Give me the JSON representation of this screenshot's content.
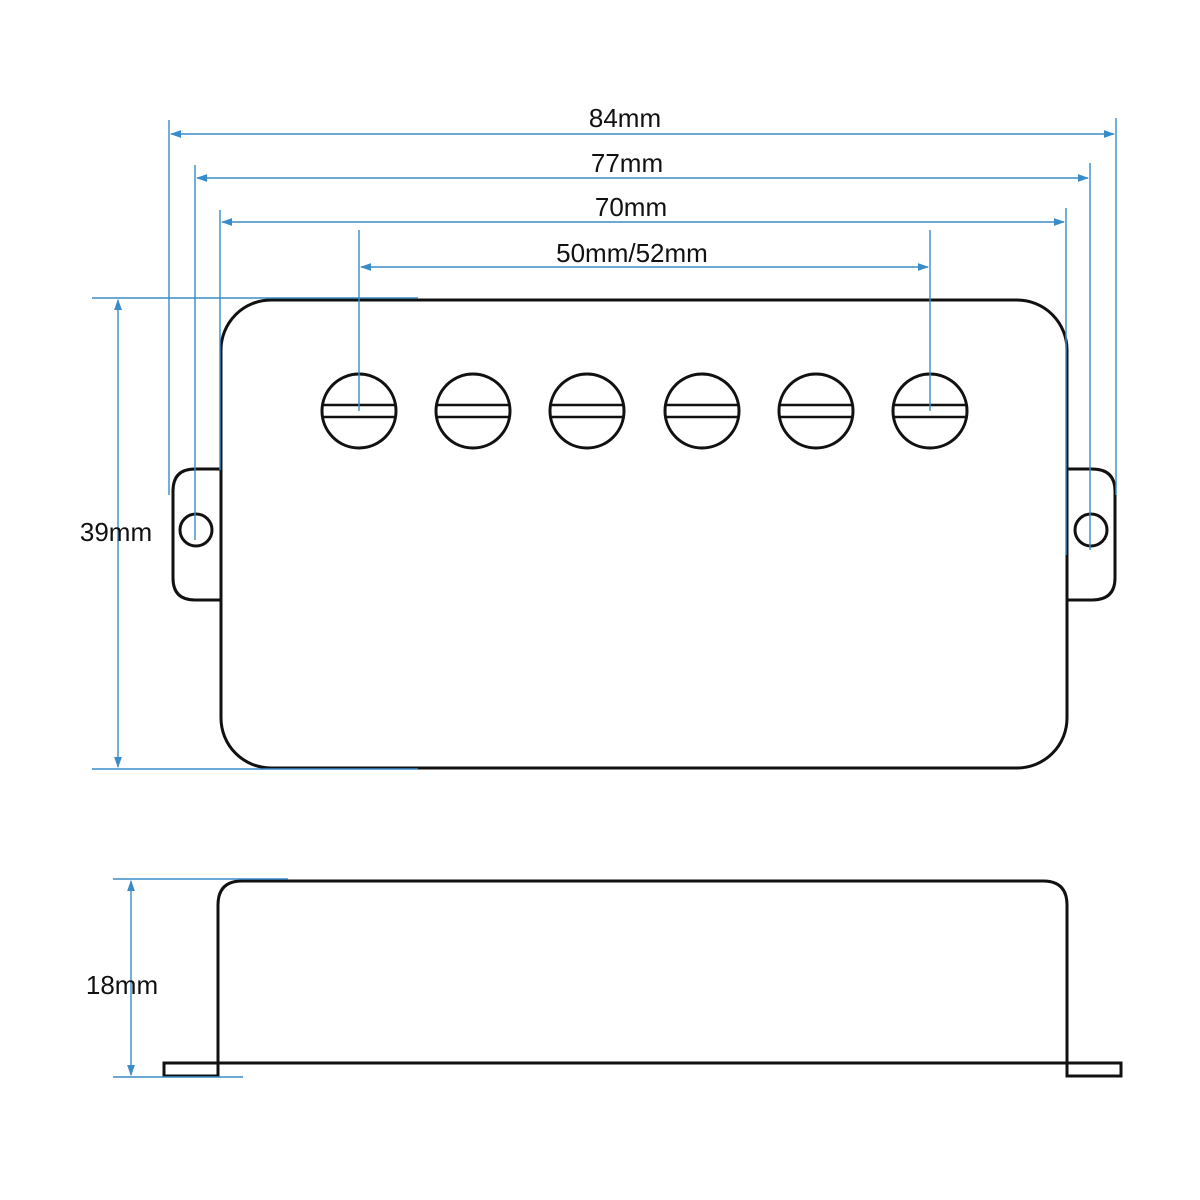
{
  "dimensions": {
    "overall_width": "84mm",
    "mount_hole_spacing": "77mm",
    "cover_width": "70mm",
    "pole_spacing": "50mm/52mm",
    "cover_length": "39mm",
    "height": "18mm"
  },
  "pole_piece_count": 6,
  "colors": {
    "outline": "#111111",
    "dimension_line": "#3a8cc8",
    "background": "#ffffff"
  }
}
